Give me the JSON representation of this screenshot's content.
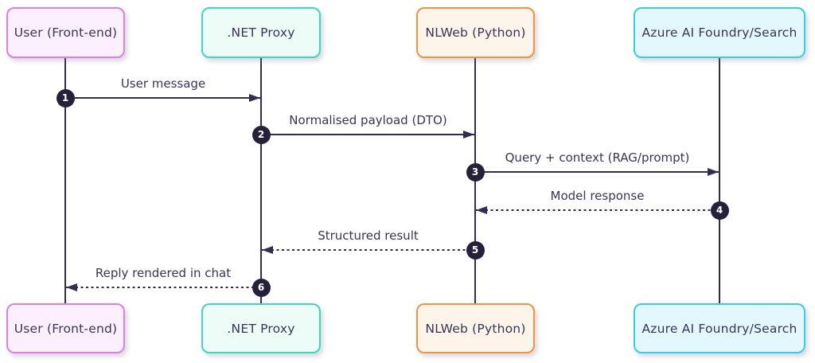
{
  "diagram_type": "sequence-diagram",
  "actors": [
    {
      "id": "user",
      "label": "User (Front-end)",
      "border_color": "#e07ee8",
      "fill_color": "#fdf0fe"
    },
    {
      "id": "proxy",
      "label": ".NET Proxy",
      "border_color": "#3ed8c0",
      "fill_color": "#edfcf6"
    },
    {
      "id": "nlweb",
      "label": "NLWeb (Python)",
      "border_color": "#f09345",
      "fill_color": "#fdf4ea"
    },
    {
      "id": "azure",
      "label": "Azure AI Foundry/Search",
      "border_color": "#38cee7",
      "fill_color": "#e2f8fc"
    }
  ],
  "messages": [
    {
      "num": "1",
      "label": "User message",
      "from": "user",
      "to": "proxy",
      "line": "solid"
    },
    {
      "num": "2",
      "label": "Normalised payload (DTO)",
      "from": "proxy",
      "to": "nlweb",
      "line": "solid"
    },
    {
      "num": "3",
      "label": "Query + context (RAG/prompt)",
      "from": "nlweb",
      "to": "azure",
      "line": "solid"
    },
    {
      "num": "4",
      "label": "Model response",
      "from": "azure",
      "to": "nlweb",
      "line": "dotted"
    },
    {
      "num": "5",
      "label": "Structured result",
      "from": "nlweb",
      "to": "proxy",
      "line": "dotted"
    },
    {
      "num": "6",
      "label": "Reply rendered in chat",
      "from": "proxy",
      "to": "user",
      "line": "dotted"
    }
  ],
  "colors": {
    "background": "#ffffff",
    "line": "#322c4e",
    "text": "#3a3458",
    "badge_bg": "#262138",
    "badge_text": "#ffffff"
  }
}
